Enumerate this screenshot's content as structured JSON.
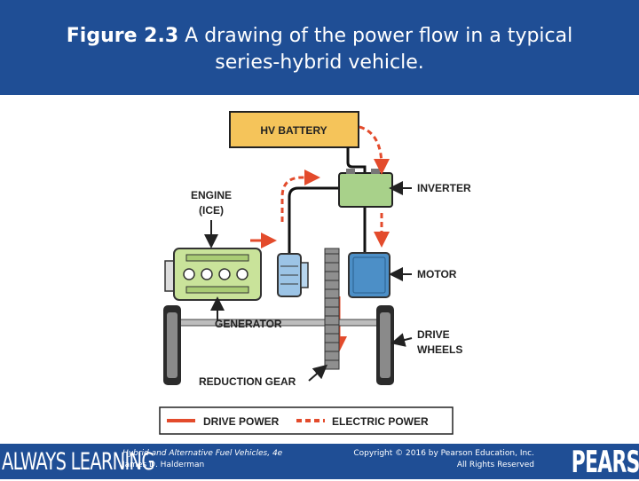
{
  "header": {
    "figure_label": "Figure 2.3",
    "caption_line1": "A drawing of the power flow in a typical",
    "caption_line2": "series-hybrid vehicle."
  },
  "diagram": {
    "labels": {
      "battery": "HV BATTERY",
      "inverter": "INVERTER",
      "engine_line1": "ENGINE",
      "engine_line2": "(ICE)",
      "motor": "MOTOR",
      "generator": "GENERATOR",
      "drive_wheels_line1": "DRIVE",
      "drive_wheels_line2": "WHEELS",
      "reduction_gear": "REDUCTION GEAR"
    },
    "legend": {
      "drive_power": "DRIVE POWER",
      "electric_power": "ELECTRIC POWER"
    },
    "colors": {
      "battery": "#f5c45a",
      "inverter": "#a8d18a",
      "engine": "#c9e39a",
      "motor": "#4c8fc7",
      "generator": "#9cc4e6",
      "flow_arrow": "#e34b2c"
    }
  },
  "footer": {
    "brand_left": "ALWAYS LEARNING",
    "book_title": "Hybrid and Alternative Fuel Vehicles, 4e",
    "author": "James D. Halderman",
    "copyright_line1": "Copyright © 2016 by Pearson Education, Inc.",
    "copyright_line2": "All Rights Reserved",
    "brand_right": "PEARSON"
  }
}
